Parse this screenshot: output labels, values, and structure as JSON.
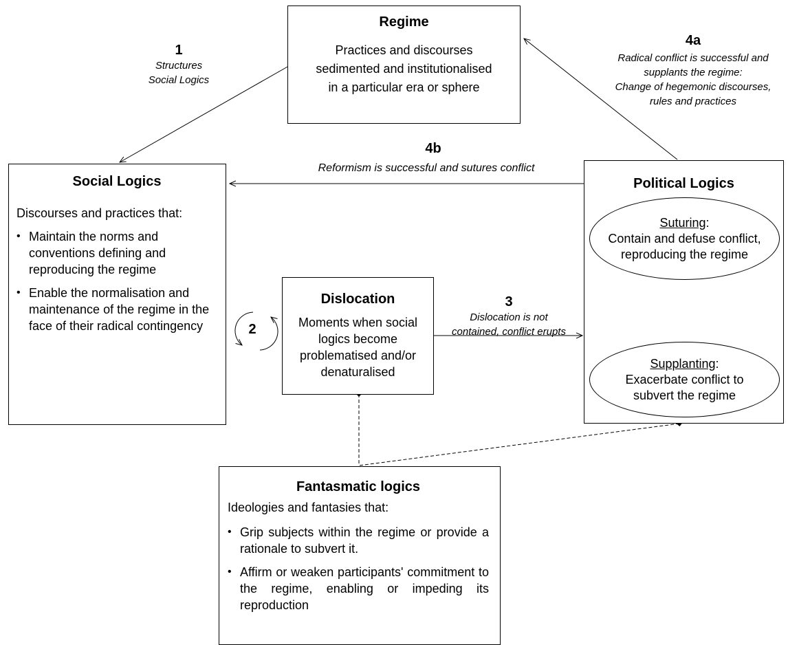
{
  "regime": {
    "title": "Regime",
    "lines": [
      "Practices and discourses",
      "sedimented and institutionalised",
      "in a particular era or sphere"
    ]
  },
  "social_logics": {
    "title": "Social Logics",
    "intro": "Discourses and practices that:",
    "bullets": [
      "Maintain the norms and conventions defining and reproducing the regime",
      "Enable the normalisation and maintenance of the regime in the face of their radical contingency"
    ]
  },
  "dislocation": {
    "title": "Dislocation",
    "text": "Moments when social logics become problematised and/or denaturalised"
  },
  "political_logics": {
    "title": "Political Logics",
    "suturing": {
      "heading": "Suturing",
      "colon": ":",
      "text": "Contain and defuse conflict, reproducing the regime"
    },
    "supplanting": {
      "heading": "Supplanting",
      "colon": ":",
      "text": "Exacerbate conflict to subvert the regime"
    }
  },
  "fantasmatic": {
    "title": "Fantasmatic logics",
    "intro": "Ideologies and fantasies that:",
    "bullets": [
      "Grip subjects within the regime or provide a rationale to subvert it.",
      "Affirm or weaken participants' commitment to the regime, enabling or impeding its reproduction"
    ]
  },
  "arrows": {
    "a1": {
      "num": "1",
      "line1": "Structures",
      "line2": "Social Logics"
    },
    "a2": {
      "num": "2"
    },
    "a3": {
      "num": "3",
      "line1": "Dislocation is not",
      "line2": "contained, conflict erupts"
    },
    "a4a": {
      "num": "4a",
      "line1": "Radical conflict is successful and",
      "line2": "supplants the regime:",
      "line3": "Change of hegemonic discourses,",
      "line4": "rules and practices"
    },
    "a4b": {
      "num": "4b",
      "line1": "Reformism is successful and sutures conflict"
    }
  }
}
